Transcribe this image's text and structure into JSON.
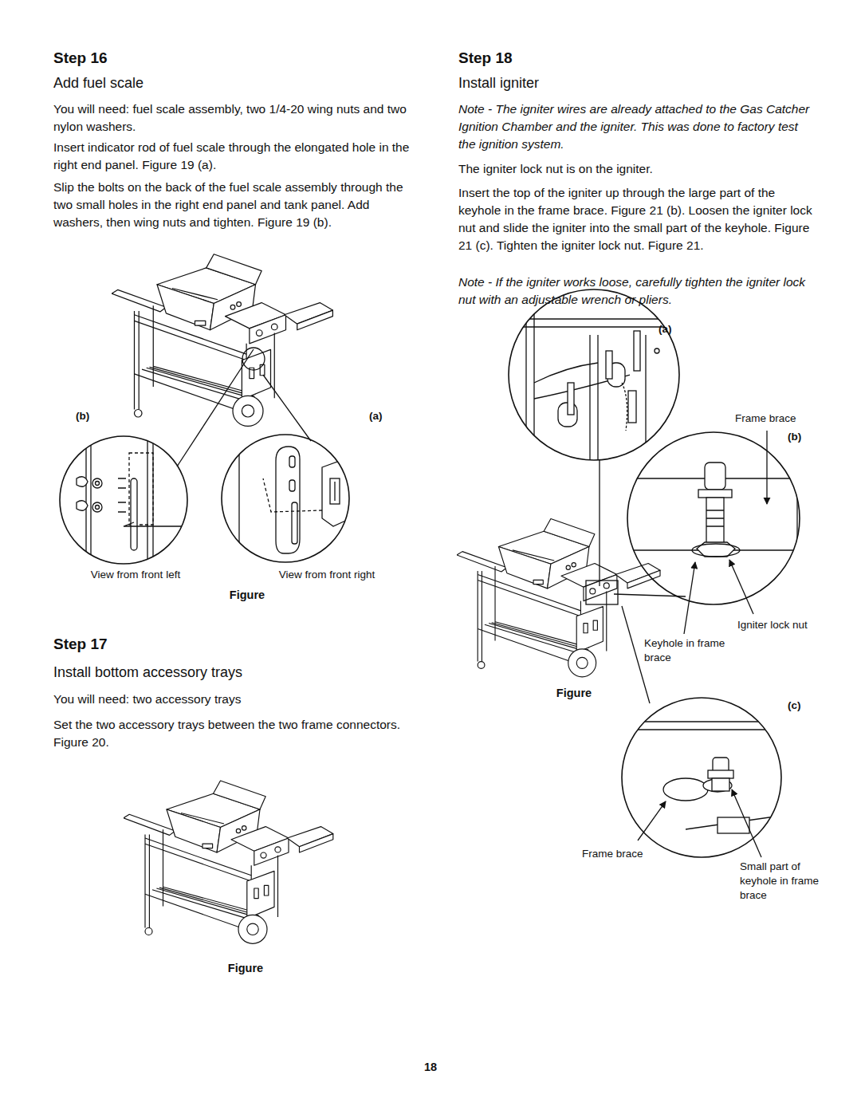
{
  "diagram": {
    "labels": [
      "Step 16",
      "Add fuel scale",
      "You will need: fuel scale assembly, two 1/4-20 wing nuts and two nylon washers.",
      "Insert indicator rod of fuel scale through the elongated hole in the right end panel. Figure 19 (a).",
      "Slip the bolts on the back of the fuel scale assembly through the two small holes in the right end panel and tank panel. Add washers, then wing nuts and tighten. Figure 19 (b).",
      "(b)",
      "(a)",
      "View from front left",
      "View from front right",
      "Figure",
      "Step 17",
      "Install bottom accessory trays",
      "You will need: two accessory trays",
      "Set the two accessory trays between the two frame connectors. Figure 20.",
      "Figure",
      "Step 18",
      "Install igniter",
      "Note - The igniter wires are already attached to the Gas Catcher Ignition Chamber and the igniter. This was done to factory test the ignition system.",
      "The igniter lock nut is on the igniter.",
      "Insert the top of the igniter up through the large part of the keyhole in the frame brace. Figure 21 (b). Loosen the igniter lock nut and slide the igniter into the small part of the keyhole. Figure 21 (c). Tighten the igniter lock nut. Figure 21.",
      "Note - If the igniter works loose, carefully tighten the igniter lock nut with an adjustable wrench or pliers.",
      "(a)",
      "Frame brace",
      "(b)",
      "Igniter lock nut",
      "Keyhole in frame brace",
      "Figure",
      "(c)",
      "Frame brace",
      "Small part of keyhole in frame brace",
      "18"
    ]
  }
}
